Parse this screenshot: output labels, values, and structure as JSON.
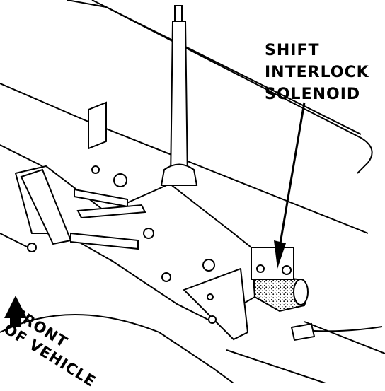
{
  "callout": {
    "lines": [
      "SHIFT",
      "INTERLOCK",
      "SOLENOID"
    ]
  },
  "direction_label": {
    "lines": [
      "FRONT",
      "OF VEHICLE"
    ]
  },
  "icons": {
    "front_arrow": "arrow-icon"
  }
}
